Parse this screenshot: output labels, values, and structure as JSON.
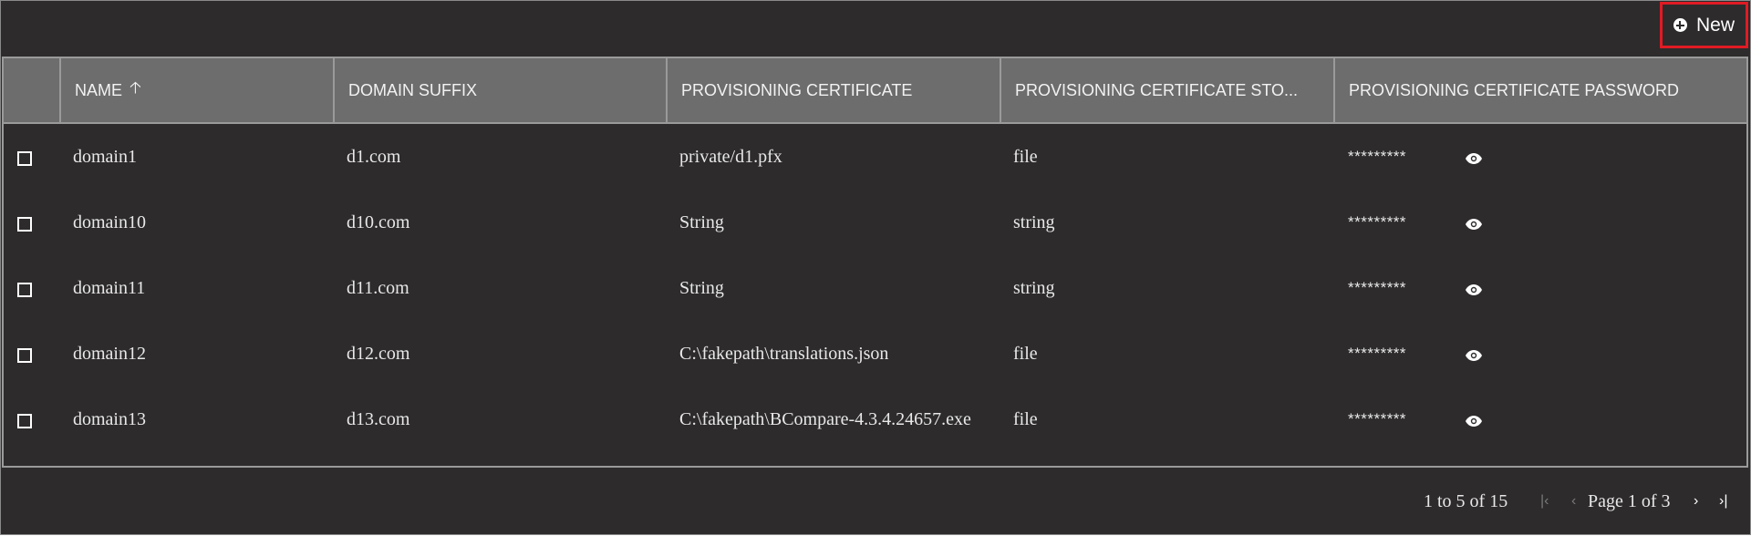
{
  "toolbar": {
    "new_label": "New"
  },
  "table": {
    "columns": [
      {
        "label": "NAME",
        "sorted": "ascending"
      },
      {
        "label": "DOMAIN SUFFIX"
      },
      {
        "label": "PROVISIONING CERTIFICATE"
      },
      {
        "label": "PROVISIONING CERTIFICATE STO..."
      },
      {
        "label": "PROVISIONING CERTIFICATE PASSWORD"
      }
    ],
    "rows": [
      {
        "name": "domain1",
        "suffix": "d1.com",
        "cert": "private/d1.pfx",
        "storage": "file",
        "password": "*********"
      },
      {
        "name": "domain10",
        "suffix": "d10.com",
        "cert": "String",
        "storage": "string",
        "password": "*********"
      },
      {
        "name": "domain11",
        "suffix": "d11.com",
        "cert": "String",
        "storage": "string",
        "password": "*********"
      },
      {
        "name": "domain12",
        "suffix": "d12.com",
        "cert": "C:\\fakepath\\translations.json",
        "storage": "file",
        "password": "*********"
      },
      {
        "name": "domain13",
        "suffix": "d13.com",
        "cert": "C:\\fakepath\\BCompare-4.3.4.24657.exe",
        "storage": "file",
        "password": "*********"
      }
    ]
  },
  "pagination": {
    "summary": "1 to 5 of 15",
    "page_label": "Page 1 of 3"
  },
  "icons": {
    "new": "plus-circle-icon",
    "sort": "arrow-up-icon",
    "show_password": "eye-icon",
    "first": "first-page-icon",
    "prev": "previous-page-icon",
    "next": "next-page-icon",
    "last": "last-page-icon"
  },
  "colors": {
    "background": "#2d2b2c",
    "header": "#6d6d6d",
    "highlight": "#e01b24"
  }
}
